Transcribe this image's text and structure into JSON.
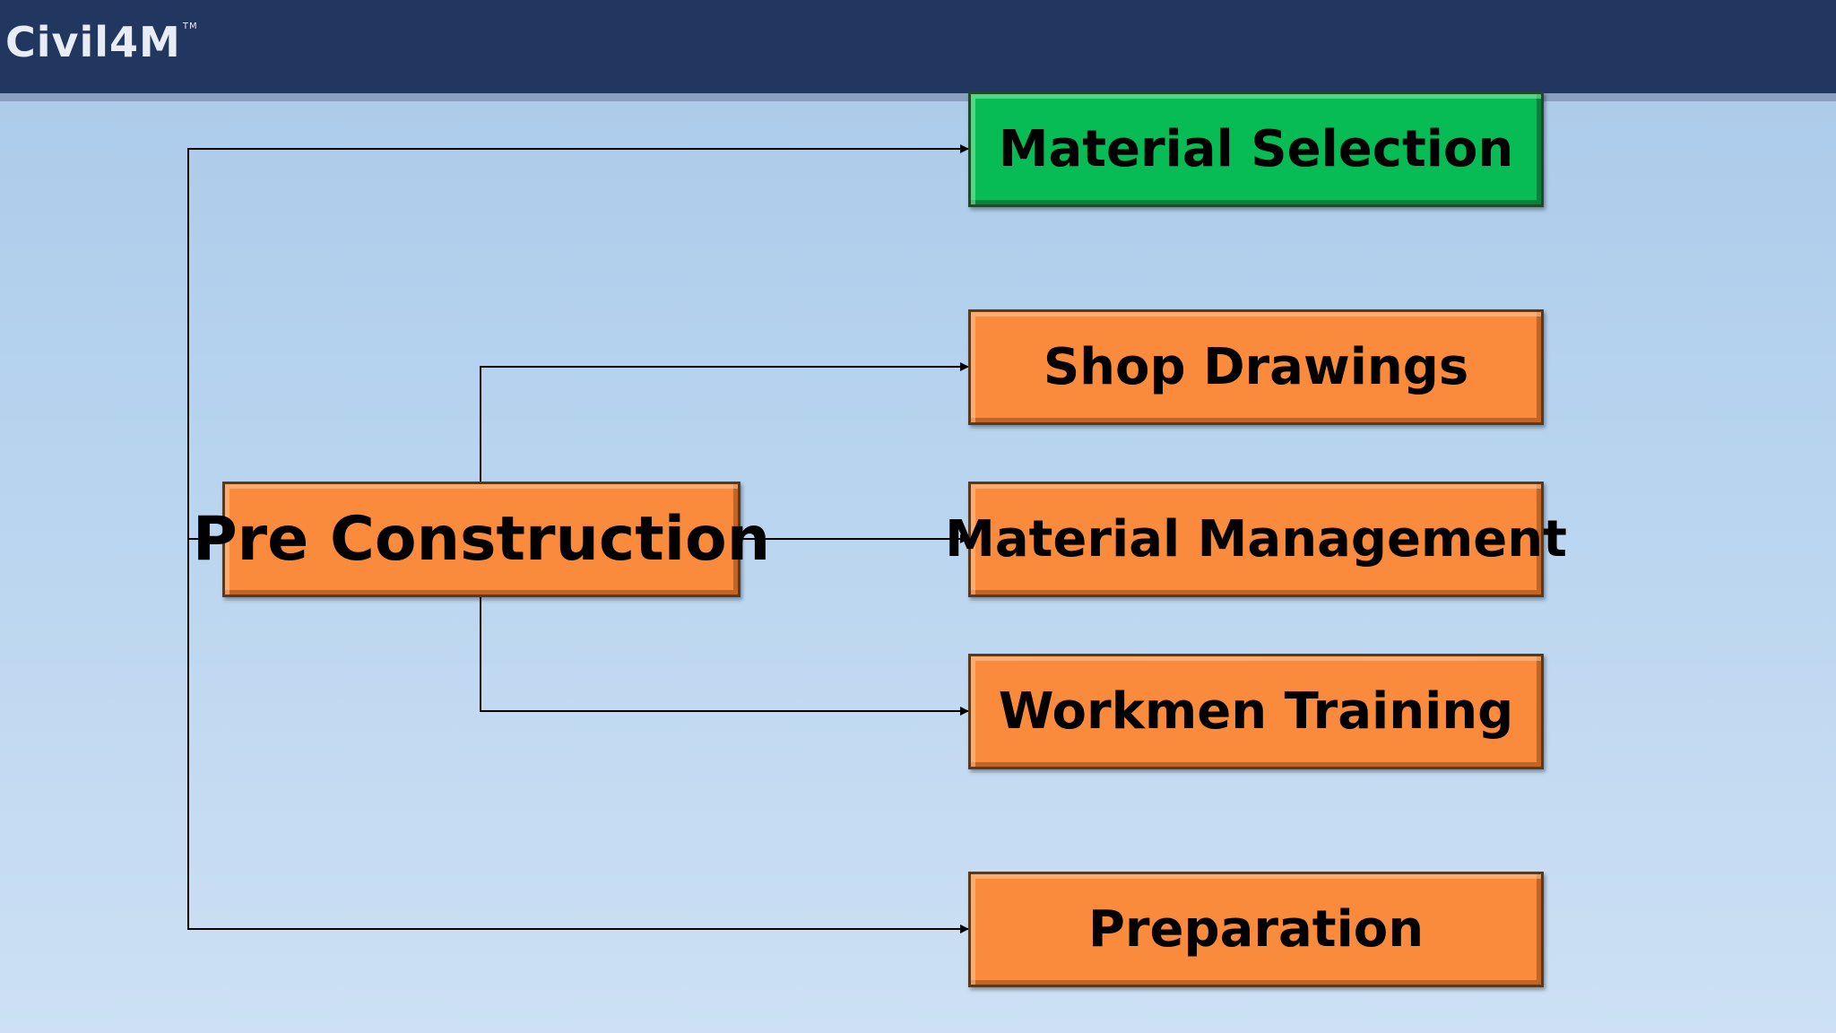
{
  "header": {
    "logo_text": "Civil4M",
    "logo_mark": "TM"
  },
  "diagram": {
    "root": {
      "label": "Pre Construction",
      "color": "#fa8b3c"
    },
    "children": [
      {
        "label": "Material Selection",
        "color": "#07bb55"
      },
      {
        "label": "Shop Drawings",
        "color": "#fa8b3c"
      },
      {
        "label": "Material Management",
        "color": "#fa8b3c"
      },
      {
        "label": "Workmen Training",
        "color": "#fa8b3c"
      },
      {
        "label": "Preparation",
        "color": "#fa8b3c"
      }
    ]
  },
  "colors": {
    "header": "#22375f",
    "background": "#b8d4ef",
    "connector": "#000000"
  }
}
